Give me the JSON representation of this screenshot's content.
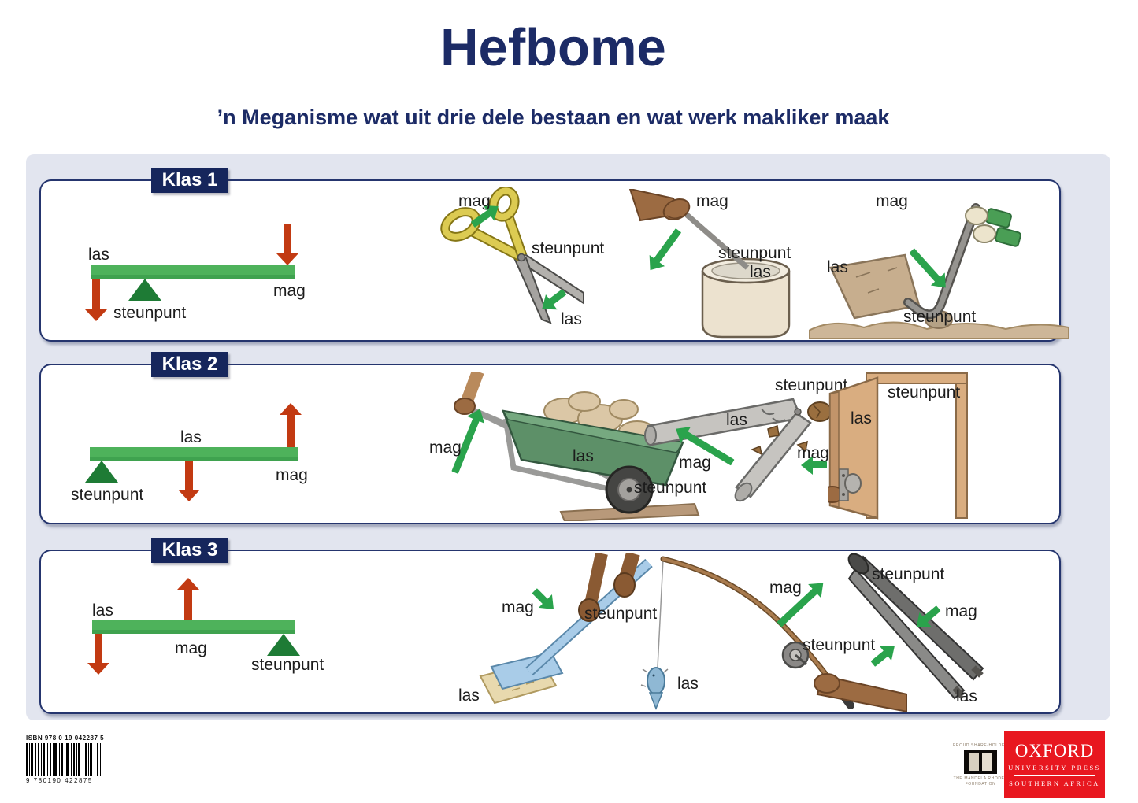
{
  "title": "Hefbome",
  "subtitle": "’n Meganisme wat uit drie dele bestaan en wat werk makliker maak",
  "terms": {
    "load": "las",
    "effort": "mag",
    "fulcrum": "steunpunt"
  },
  "sections": [
    {
      "title": "Klas 1",
      "examples": [
        "lever-diagram-class1",
        "scissors",
        "paint-tin-lever",
        "crowbar"
      ]
    },
    {
      "title": "Klas 2",
      "examples": [
        "lever-diagram-class2",
        "wheelbarrow",
        "nutcracker",
        "door"
      ]
    },
    {
      "title": "Klas 3",
      "examples": [
        "lever-diagram-class3",
        "broom",
        "fishing-rod",
        "tongs"
      ]
    }
  ],
  "colors": {
    "navy": "#16265c",
    "board_bg": "#e2e5ef",
    "lever_green": "#4eb25b",
    "fulcrum_green": "#1e7b35",
    "force_red": "#c23a12",
    "effort_green": "#2aa34c",
    "oxford_red": "#e8171f"
  },
  "footer": {
    "isbn_label": "ISBN 978 0 19 042287 5",
    "isbn_number": "9 780190 422875",
    "mandela_rhodes": {
      "tagline": "PROUD SHARE-HOLDER",
      "name": "THE MANDELA RHODES",
      "name2": "FOUNDATION"
    },
    "oxford": {
      "name": "OXFORD",
      "division": "UNIVERSITY PRESS",
      "region": "SOUTHERN AFRICA"
    }
  }
}
